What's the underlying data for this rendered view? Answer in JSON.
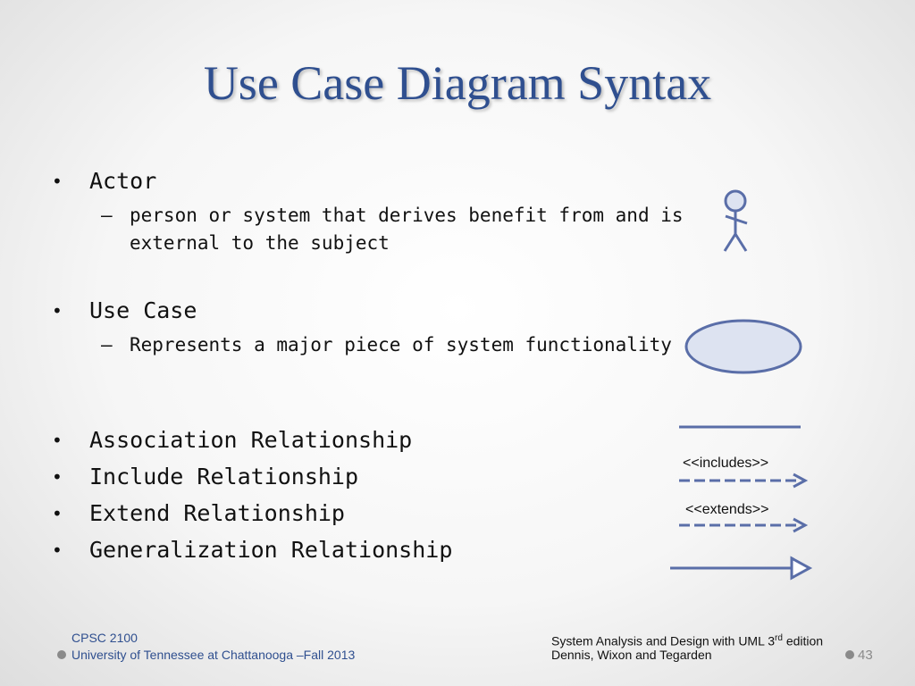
{
  "slide": {
    "title": "Use Case Diagram Syntax"
  },
  "bullets": [
    {
      "marker": "•",
      "text": "Actor",
      "sub": {
        "marker": "–",
        "text": "person or system that derives benefit from and is external to the subject"
      }
    },
    {
      "marker": "•",
      "text": "Use Case",
      "sub": {
        "marker": "–",
        "text": "Represents a major piece of system functionality"
      }
    },
    {
      "marker": "•",
      "text": "Association Relationship"
    },
    {
      "marker": "•",
      "text": "Include Relationship"
    },
    {
      "marker": "•",
      "text": "Extend Relationship"
    },
    {
      "marker": "•",
      "text": "Generalization Relationship"
    }
  ],
  "symbols": {
    "includes_label": "<<includes>>",
    "extends_label": "<<extends>>",
    "line_color": "#5a6ea8",
    "fill_color": "#dde3f1"
  },
  "footer": {
    "course": "CPSC 2100",
    "university": "University of Tennessee at Chattanooga –Fall 2013",
    "book_title_pre": "System Analysis and Design  with UML  3",
    "book_title_sup": "rd",
    "book_title_post": " edition",
    "book_authors": "Dennis, Wixon and Tegarden",
    "page_number": "43"
  }
}
